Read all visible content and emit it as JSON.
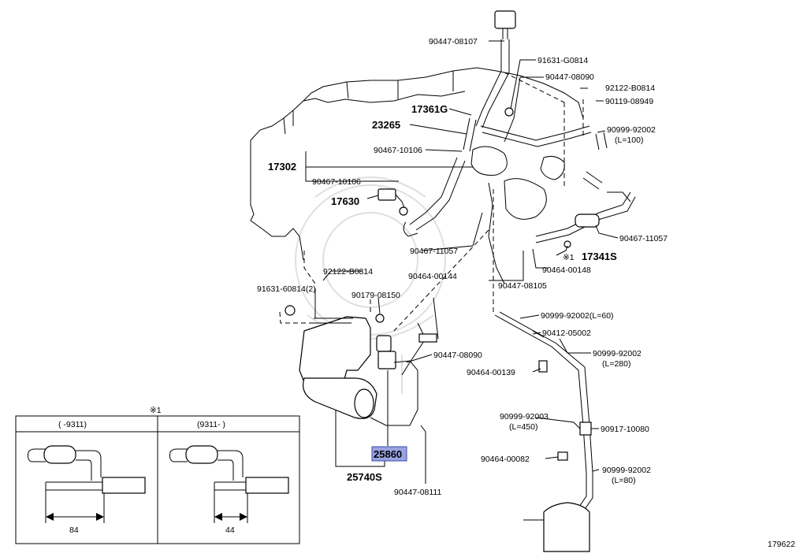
{
  "labels": {
    "p1": "90447-08107",
    "p2": "91631-G0814",
    "p3": "90447-08090",
    "p4": "92122-B0814",
    "p5": "90119-08949",
    "p6": "17361G",
    "p7": "23265",
    "p8": "90999-92002",
    "p8b": "(L=100)",
    "p9": "90467-10106",
    "p10": "17302",
    "p11": "90467-10106",
    "p12": "17630",
    "p13": "90467-11057",
    "p14": "90467-11057",
    "p15": "17341S",
    "p15mark": "※1",
    "p16": "90464-00148",
    "p17": "92122-B0814",
    "p18": "90464-00144",
    "p19": "90447-08105",
    "p20": "91631-60814(2)",
    "p21": "90179-08150",
    "p22": "90999-92002(L=60)",
    "p23": "90412-05002",
    "p24": "90999-92002",
    "p24b": "(L=280)",
    "p25": "90447-08090",
    "p26": "90464-00139",
    "p27": "90999-92003",
    "p27b": "(L=450)",
    "p28": "90917-10080",
    "p29": "25860",
    "p30": "90464-00082",
    "p31": "90999-92002",
    "p31b": "(L=80)",
    "p32": "25740S",
    "p33": "90447-08111"
  },
  "inset": {
    "marker": "※1",
    "left_header": "(      -9311)",
    "right_header": "(9311-       )",
    "left_dim": "84",
    "right_dim": "44"
  },
  "figure_number": "179622",
  "highlight_color": "#9aa3e0"
}
